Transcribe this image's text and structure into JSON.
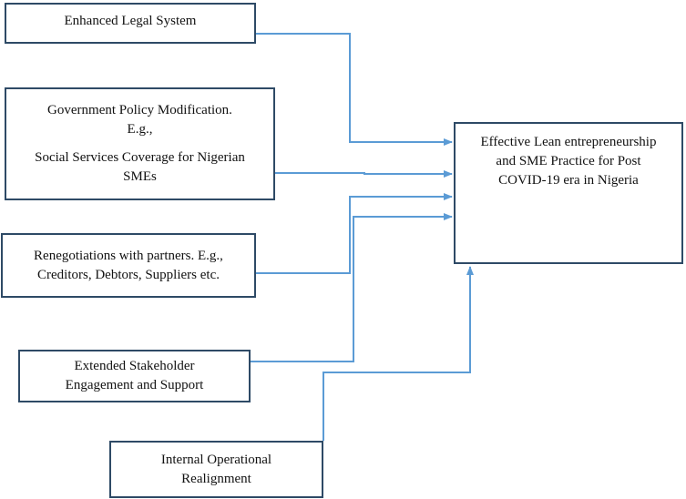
{
  "diagram": {
    "boxes": {
      "legal": {
        "lines": [
          "Enhanced Legal System"
        ]
      },
      "policy": {
        "lines": [
          "Government Policy Modification.",
          "E.g.,"
        ],
        "lines_after_gap": [
          "Social Services Coverage for Nigerian",
          "SMEs"
        ]
      },
      "renegotiation": {
        "lines": [
          "Renegotiations with partners. E.g.,",
          "Creditors, Debtors, Suppliers etc."
        ]
      },
      "stakeholder": {
        "lines": [
          "Extended Stakeholder",
          "Engagement and Support"
        ]
      },
      "operational": {
        "lines": [
          "Internal Operational",
          "Realignment"
        ]
      },
      "outcome": {
        "lines": [
          "Effective Lean entrepreneurship",
          "and SME Practice for Post",
          "COVID-19 era in Nigeria"
        ]
      }
    },
    "connections": [
      {
        "from": "legal",
        "to": "outcome"
      },
      {
        "from": "policy",
        "to": "outcome"
      },
      {
        "from": "renegotiation",
        "to": "outcome"
      },
      {
        "from": "stakeholder",
        "to": "outcome"
      },
      {
        "from": "operational",
        "to": "outcome"
      }
    ],
    "colors": {
      "box_border": "#2e4a66",
      "arrow": "#5b9bd5"
    }
  }
}
